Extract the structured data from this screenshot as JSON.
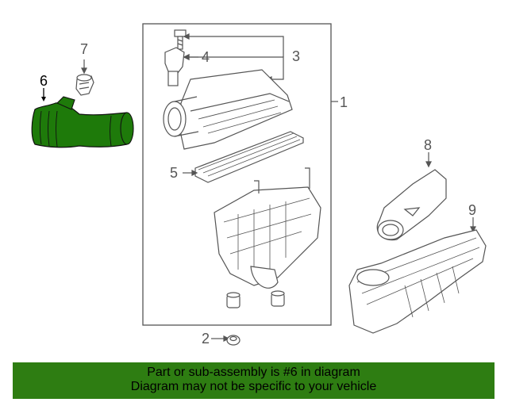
{
  "callouts": {
    "c1": "1",
    "c2": "2",
    "c3": "3",
    "c4": "4",
    "c5": "5",
    "c6": "6",
    "c7": "7",
    "c8": "8",
    "c9": "9"
  },
  "banner": {
    "line1": "Part or sub-assembly is #6 in diagram",
    "line2": "Diagram may not be specific to your vehicle"
  },
  "colors": {
    "highlight_fill": "#1e7a0a",
    "banner_bg": "#2e7d12",
    "line": "#555555"
  }
}
